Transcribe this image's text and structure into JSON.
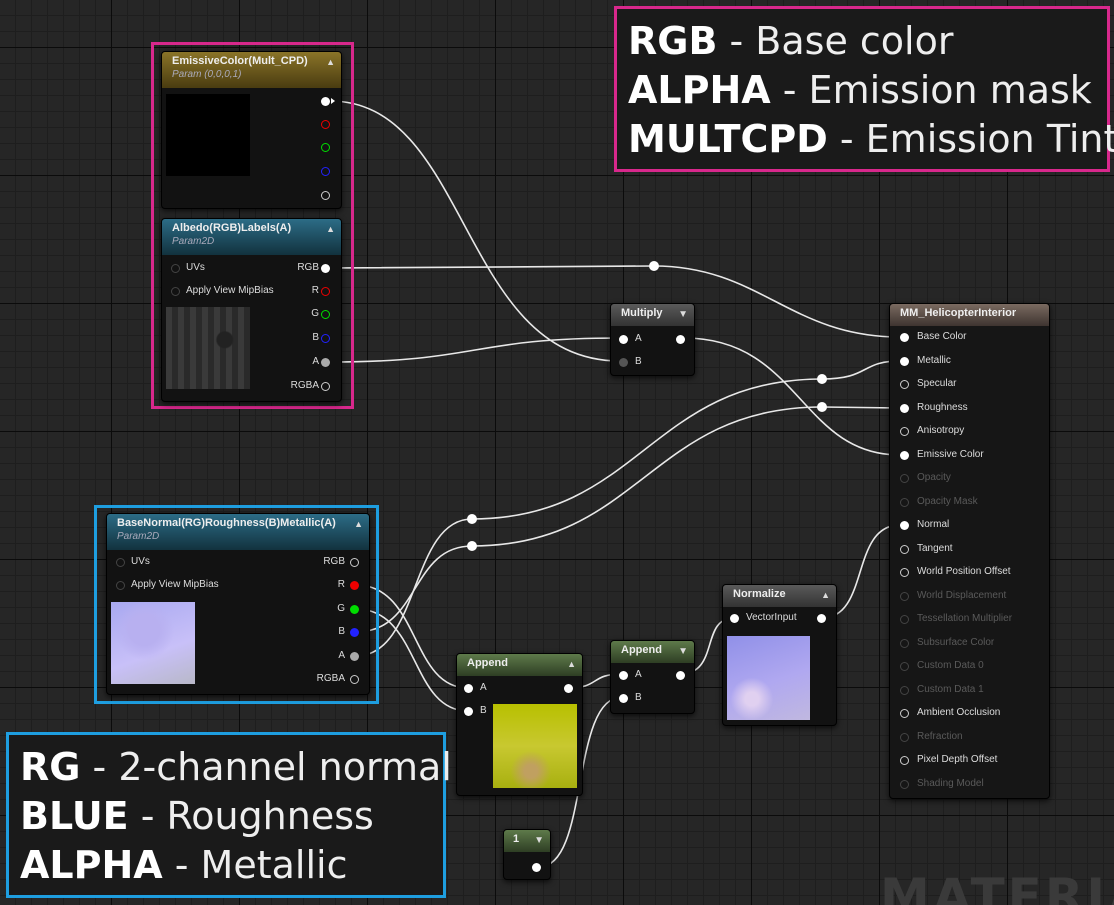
{
  "annotations": {
    "top": [
      {
        "key": "RGB",
        "value": " - Base color"
      },
      {
        "key": "ALPHA",
        "value": " - Emission mask"
      },
      {
        "key": "MULTCPD",
        "value": " - Emission Tint"
      }
    ],
    "bottom": [
      {
        "key": "RG",
        "value": " - 2-channel normal"
      },
      {
        "key": "BLUE",
        "value": " - Roughness"
      },
      {
        "key": "ALPHA",
        "value": " - Metallic"
      }
    ],
    "pink": "#d8288c",
    "blue": "#1e9ee0"
  },
  "nodes": {
    "emissive": {
      "title": "EmissiveColor(Mult_CPD)",
      "subtitle": "Param (0,0,0,1)"
    },
    "albedo": {
      "title": "Albedo(RGB)Labels(A)",
      "subtitle": "Param2D",
      "left_pins": [
        "UVs",
        "Apply View MipBias"
      ],
      "right_pins": [
        "RGB",
        "R",
        "G",
        "B",
        "A",
        "RGBA"
      ]
    },
    "basenormal": {
      "title": "BaseNormal(RG)Roughness(B)Metallic(A)",
      "subtitle": "Param2D",
      "left_pins": [
        "UVs",
        "Apply View MipBias"
      ],
      "right_pins": [
        "RGB",
        "R",
        "G",
        "B",
        "A",
        "RGBA"
      ]
    },
    "multiply": {
      "title": "Multiply",
      "inputs": [
        "A",
        "B"
      ]
    },
    "append1": {
      "title": "Append",
      "inputs": [
        "A",
        "B"
      ]
    },
    "append2": {
      "title": "Append",
      "inputs": [
        "A",
        "B"
      ]
    },
    "normalize": {
      "title": "Normalize",
      "input": "VectorInput"
    },
    "constant": {
      "value": "1"
    },
    "material": {
      "title": "MM_HelicopterInterior",
      "inputs": [
        {
          "label": "Base Color",
          "active": true
        },
        {
          "label": "Metallic",
          "active": true
        },
        {
          "label": "Specular",
          "active": true
        },
        {
          "label": "Roughness",
          "active": true
        },
        {
          "label": "Anisotropy",
          "active": true
        },
        {
          "label": "Emissive Color",
          "active": true
        },
        {
          "label": "Opacity",
          "active": false
        },
        {
          "label": "Opacity Mask",
          "active": false
        },
        {
          "label": "Normal",
          "active": true
        },
        {
          "label": "Tangent",
          "active": true
        },
        {
          "label": "World Position Offset",
          "active": true
        },
        {
          "label": "World Displacement",
          "active": false
        },
        {
          "label": "Tessellation Multiplier",
          "active": false
        },
        {
          "label": "Subsurface Color",
          "active": false
        },
        {
          "label": "Custom Data 0",
          "active": false
        },
        {
          "label": "Custom Data 1",
          "active": false
        },
        {
          "label": "Ambient Occlusion",
          "active": true
        },
        {
          "label": "Refraction",
          "active": false
        },
        {
          "label": "Pixel Depth Offset",
          "active": true
        },
        {
          "label": "Shading Model",
          "active": false
        }
      ]
    }
  },
  "watermark": "MATERIA"
}
